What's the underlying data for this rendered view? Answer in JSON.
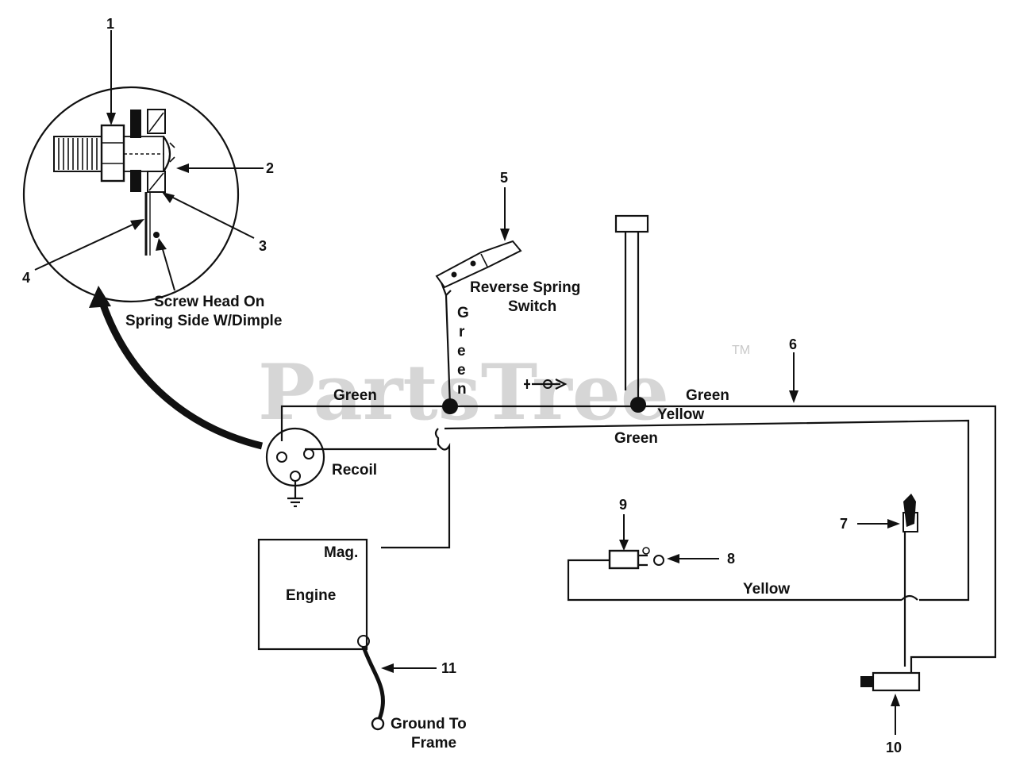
{
  "watermark": {
    "brand": "PartsTree",
    "trademark": "TM"
  },
  "callouts": [
    "1",
    "2",
    "3",
    "4",
    "5",
    "6",
    "7",
    "8",
    "9",
    "10",
    "11"
  ],
  "labels": {
    "screw_head_line1": "Screw Head On",
    "screw_head_line2": "Spring Side W/Dimple",
    "reverse_switch_line1": "Reverse Spring",
    "reverse_switch_line2": "Switch",
    "recoil": "Recoil",
    "mag": "Mag.",
    "engine": "Engine",
    "ground_line1": "Ground To",
    "ground_line2": "Frame"
  },
  "wire_labels": {
    "green_left": "Green",
    "green_vertical": [
      "G",
      "r",
      "e",
      "e",
      "n"
    ],
    "green_right": "Green",
    "yellow_top": "Yellow",
    "green_middle": "Green",
    "yellow_bottom": "Yellow"
  },
  "colors": {
    "ink": "#111111",
    "watermark": "#c9c9c9",
    "background": "#ffffff"
  }
}
